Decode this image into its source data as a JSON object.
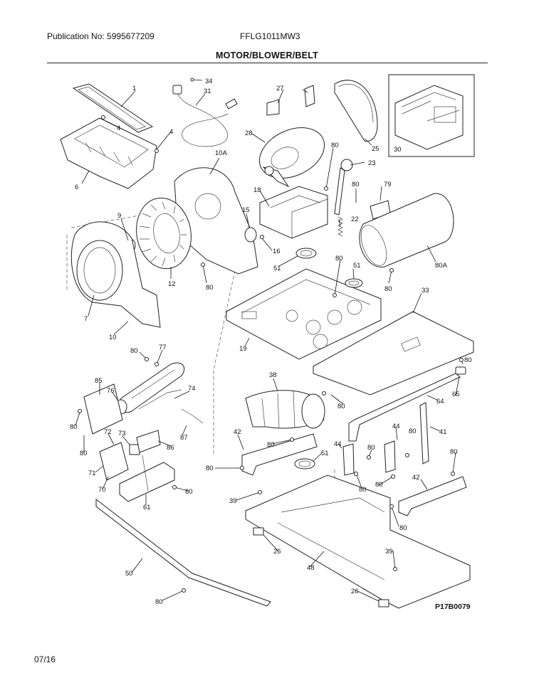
{
  "header": {
    "publication": "Publication No: 5995677209",
    "model": "FFLG1011MW3",
    "title": "MOTOR/BLOWER/BELT"
  },
  "footer": {
    "date": "07/16"
  },
  "diagram": {
    "code": "P17B0079",
    "callouts": [
      {
        "label": "1"
      },
      {
        "label": "4"
      },
      {
        "label": "4"
      },
      {
        "label": "6"
      },
      {
        "label": "34"
      },
      {
        "label": "31"
      },
      {
        "label": "27"
      },
      {
        "label": "25"
      },
      {
        "label": "30"
      },
      {
        "label": "28"
      },
      {
        "label": "80"
      },
      {
        "label": "23"
      },
      {
        "label": "10A"
      },
      {
        "label": "18"
      },
      {
        "label": "9"
      },
      {
        "label": "15"
      },
      {
        "label": "80"
      },
      {
        "label": "79"
      },
      {
        "label": "22"
      },
      {
        "label": "16"
      },
      {
        "label": "80"
      },
      {
        "label": "51"
      },
      {
        "label": "51"
      },
      {
        "label": "80A"
      },
      {
        "label": "12"
      },
      {
        "label": "80"
      },
      {
        "label": "80"
      },
      {
        "label": "7"
      },
      {
        "label": "33"
      },
      {
        "label": "10"
      },
      {
        "label": "19"
      },
      {
        "label": "80"
      },
      {
        "label": "77"
      },
      {
        "label": "80"
      },
      {
        "label": "85"
      },
      {
        "label": "38"
      },
      {
        "label": "76"
      },
      {
        "label": "74"
      },
      {
        "label": "65"
      },
      {
        "label": "80"
      },
      {
        "label": "64"
      },
      {
        "label": "80"
      },
      {
        "label": "72"
      },
      {
        "label": "73"
      },
      {
        "label": "87"
      },
      {
        "label": "42"
      },
      {
        "label": "80"
      },
      {
        "label": "44"
      },
      {
        "label": "80"
      },
      {
        "label": "41"
      },
      {
        "label": "80"
      },
      {
        "label": "86"
      },
      {
        "label": "44"
      },
      {
        "label": "80"
      },
      {
        "label": "51"
      },
      {
        "label": "71"
      },
      {
        "label": "80"
      },
      {
        "label": "80"
      },
      {
        "label": "70"
      },
      {
        "label": "80"
      },
      {
        "label": "80"
      },
      {
        "label": "42"
      },
      {
        "label": "80"
      },
      {
        "label": "39"
      },
      {
        "label": "61"
      },
      {
        "label": "80"
      },
      {
        "label": "26"
      },
      {
        "label": "39"
      },
      {
        "label": "50"
      },
      {
        "label": "48"
      },
      {
        "label": "26"
      },
      {
        "label": "80"
      }
    ]
  }
}
